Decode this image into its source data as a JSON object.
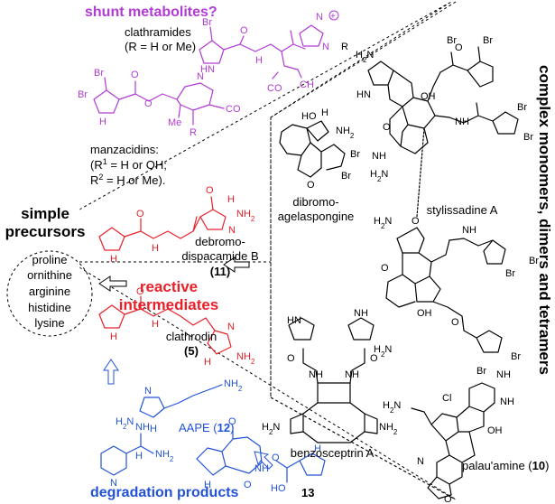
{
  "colors": {
    "shunt": "#b23ad6",
    "reactive": "#e8202a",
    "degradation": "#2252d8",
    "structure": "#000000"
  },
  "shunt": {
    "heading": "shunt metabolites?",
    "clathramides_name": "clathramides",
    "clathramides_r": "(R = H or Me)",
    "manzacidins_name": "manzacidins:",
    "manzacidins_r1": "(R",
    "manzacidins_r1_tail": " = H or OH;",
    "manzacidins_r2": "R",
    "manzacidins_r2_tail": " = H or Me).",
    "sup1": "1",
    "sup2": "2",
    "atoms": {
      "br": "Br",
      "h": "H",
      "n": "N",
      "hn": "HN",
      "o": "O",
      "me": "Me",
      "ch3": "CH",
      "co2": "CO",
      "co2r2": "CO",
      "r1": "R",
      "r": "R",
      "nh": "N",
      "plus": "+"
    }
  },
  "precursors": {
    "heading": "simple",
    "heading2": "precursors",
    "items": [
      "proline",
      "ornithine",
      "arginine",
      "histidine",
      "lysine"
    ]
  },
  "reactive": {
    "heading1": "reactive",
    "heading2": "intermediates",
    "debromo_line1": "debromo-",
    "debromo_line2": "dispacamide B",
    "debromo_num": "11",
    "clathrodin": "clathrodin",
    "clathrodin_num": "5"
  },
  "degradation": {
    "heading": "degradation products",
    "aape": "AAPE (",
    "aape_num": "12",
    "aape_close": ")",
    "compound13": "13"
  },
  "complex": {
    "heading": "complex monomers, dimers and tetramers",
    "dibromo1": "dibromo-",
    "dibromo2": "agelaspongine",
    "stylissadine": "stylissadine A",
    "benzosceptrin": "benzosceptrin A",
    "palauamine": "palau'amine (",
    "palauamine_num": "10",
    "palauamine_close": ")"
  },
  "atoms": {
    "br": "Br",
    "nh2": "NH",
    "h2n": "H",
    "nh": "NH",
    "hn": "HN",
    "n": "N",
    "h": "H",
    "o": "O",
    "oh": "OH",
    "ho": "HO",
    "cl": "Cl",
    "two": "2"
  }
}
